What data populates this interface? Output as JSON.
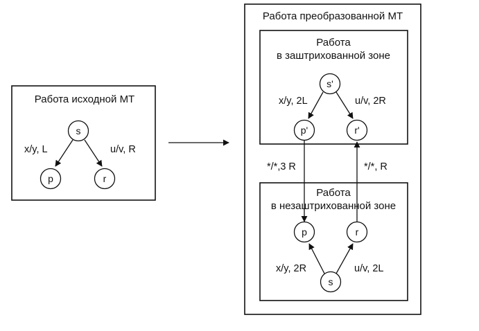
{
  "left_panel": {
    "title": "Работа исходной МТ",
    "nodes": {
      "s": "s",
      "p": "p",
      "r": "r"
    },
    "edges": {
      "left": "x/y, L",
      "right": "u/v, R"
    }
  },
  "right_panel": {
    "title": "Работа преобразованной МТ",
    "top_box": {
      "title_line1": "Работа",
      "title_line2": "в заштрихованной зоне",
      "nodes": {
        "s": "s'",
        "p": "p'",
        "r": "r'"
      },
      "edges": {
        "left": "x/y, 2L",
        "right": "u/v, 2R"
      }
    },
    "bottom_box": {
      "title_line1": "Работа",
      "title_line2": "в незаштрихованной зоне",
      "nodes": {
        "p": "p",
        "r": "r",
        "s": "s"
      },
      "edges": {
        "left": "x/y, 2R",
        "right": "u/v, 2L"
      }
    },
    "between": {
      "left": "*/*,3 R",
      "right": "*/*, R"
    }
  }
}
